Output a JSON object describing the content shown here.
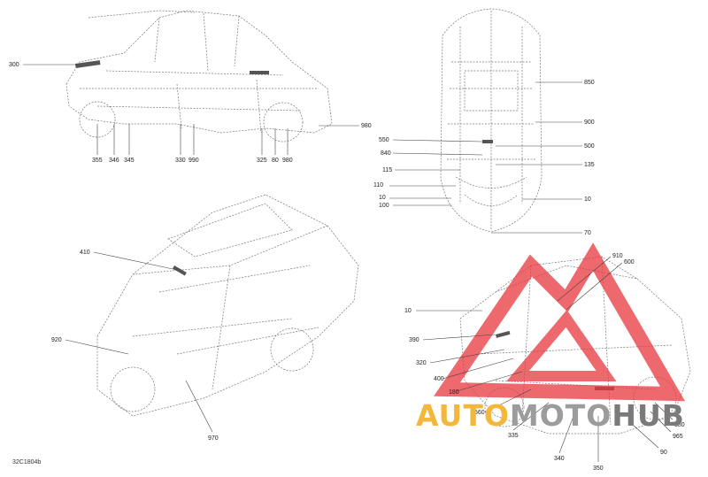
{
  "diagram": {
    "code": "32C1804b",
    "callouts": {
      "top_left": [
        "300",
        "355",
        "346",
        "345",
        "330",
        "990",
        "325",
        "80",
        "980",
        "980"
      ],
      "top_right": [
        "850",
        "900",
        "550",
        "500",
        "840",
        "135",
        "115",
        "110",
        "10",
        "10",
        "100",
        "70"
      ],
      "bottom_left": [
        "410",
        "920",
        "970"
      ],
      "bottom_right": [
        "910",
        "600",
        "10",
        "390",
        "320",
        "400",
        "180",
        "560",
        "335",
        "340",
        "350",
        "90",
        "965",
        "380"
      ]
    }
  },
  "watermark": {
    "parts": [
      "AUTO",
      "MOTO",
      "HUB"
    ],
    "colors": {
      "auto": "#f3b73b",
      "moto": "#9c9c9c",
      "hub": "#7a7a7a",
      "logo": "#e8383d"
    }
  }
}
